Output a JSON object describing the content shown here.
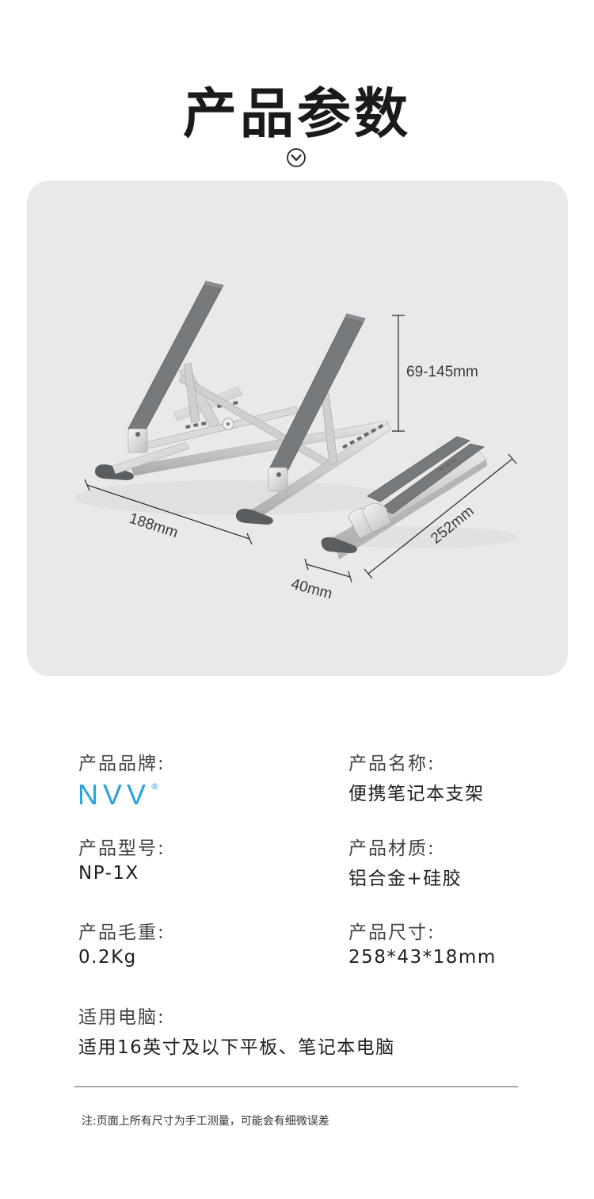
{
  "header": {
    "title": "产品参数",
    "icon": "chevron-down-circle-icon"
  },
  "product_image": {
    "dimensions": {
      "height": "69-145mm",
      "width": "188mm",
      "length": "252mm",
      "depth": "40mm"
    }
  },
  "specs": {
    "brand": {
      "label": "产品品牌:",
      "logo": "NVV",
      "logo_mark": "®",
      "logo_color": "#2aa2dc"
    },
    "name": {
      "label": "产品名称:",
      "value": "便携笔记本支架"
    },
    "model": {
      "label": "产品型号:",
      "value": "NP-1X"
    },
    "material": {
      "label": "产品材质:",
      "value": "铝合金+硅胶"
    },
    "weight": {
      "label": "产品毛重:",
      "value": "0.2Kg"
    },
    "size": {
      "label": "产品尺寸:",
      "value": "258*43*18mm"
    },
    "compat": {
      "label": "适用电脑:",
      "value": "适用16英寸及以下平板、笔记本电脑"
    }
  },
  "footer": {
    "note": "注:页面上所有尺寸为手工测量，可能会有细微误差"
  }
}
